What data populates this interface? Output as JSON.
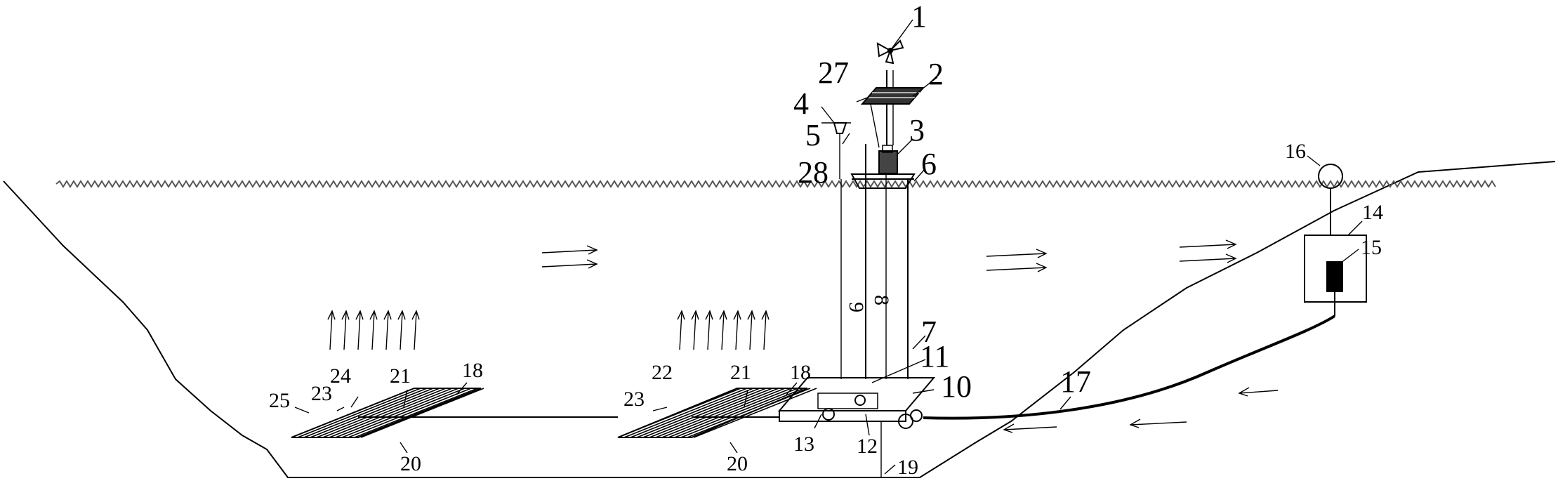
{
  "labels": {
    "n1": "1",
    "n2": "2",
    "n3": "3",
    "n4": "4",
    "n5": "5",
    "n6": "6",
    "n7": "7",
    "n8": "8",
    "n9": "9",
    "n10": "10",
    "n11": "11",
    "n12": "12",
    "n13": "13",
    "n14": "14",
    "n15": "15",
    "n16": "16",
    "n17": "17",
    "n18": "18",
    "n19": "19",
    "n20": "20",
    "n21": "21",
    "n22": "22",
    "n23": "23",
    "n24": "24",
    "n25": "25",
    "n27": "27",
    "n28": "28"
  },
  "colors": {
    "stroke": "#000000",
    "water": "#555555",
    "background": "#ffffff"
  }
}
